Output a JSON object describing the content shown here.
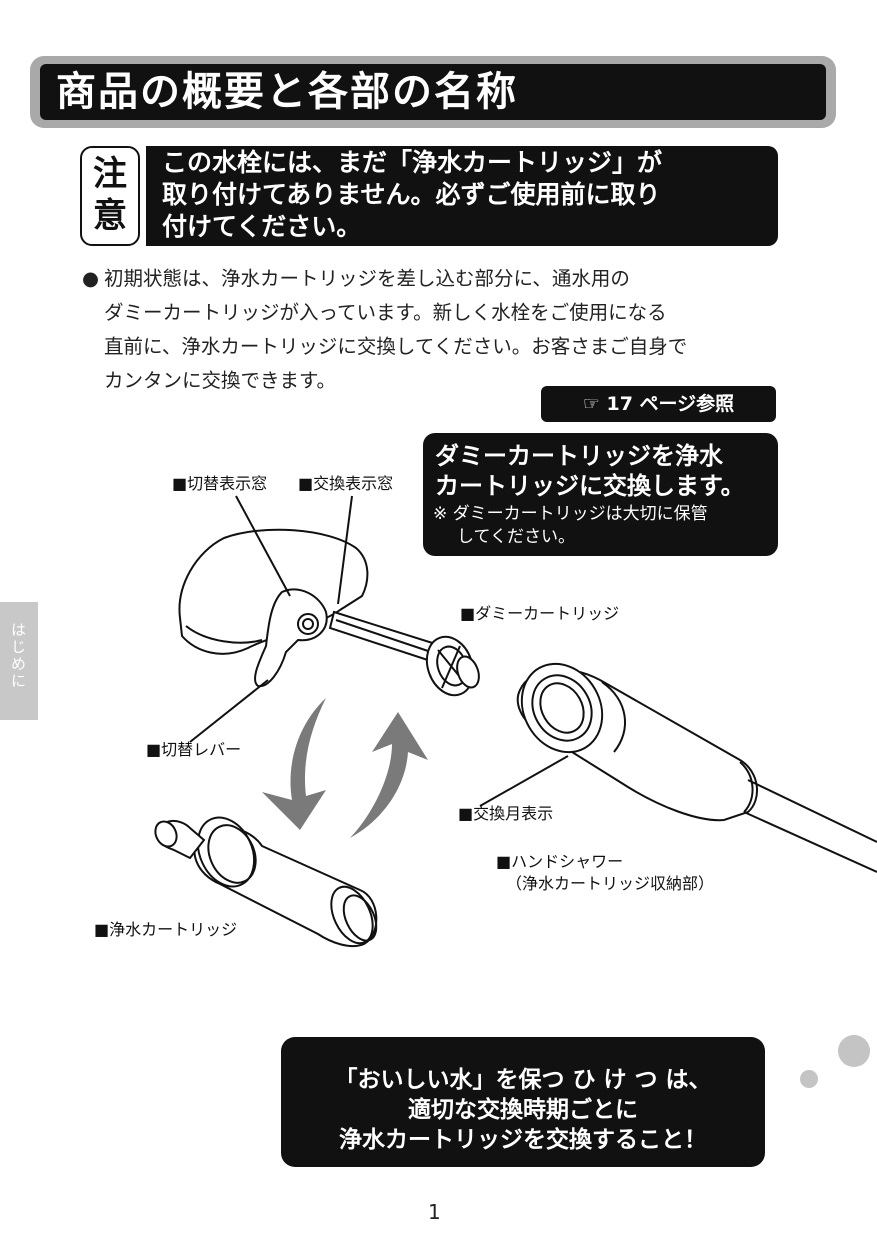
{
  "title": "商品の概要と各部の名称",
  "caution": {
    "chars": [
      "注",
      "意"
    ],
    "lines": [
      "この水栓には、まだ「浄水カートリッジ」が",
      "取り付けてありません。必ずご使用前に取り",
      "付けてください。"
    ]
  },
  "intro": {
    "bullet": "●",
    "lines": [
      "初期状態は、浄水カートリッジを差し込む部分に、通水用の",
      "ダミーカートリッジが入っています。新しく水栓をご使用になる",
      "直前に、浄水カートリッジに交換してください。お客さまご自身で",
      "カンタンに交換できます。"
    ]
  },
  "page_ref": "☞ 17 ページ参照",
  "callout": {
    "lines": [
      "ダミーカートリッジを浄水",
      "カートリッジに交換します。"
    ],
    "notes": [
      "※ ダミーカートリッジは大切に保管",
      "してください。"
    ]
  },
  "parts": {
    "switch_window": "■切替表示窓",
    "exchange_window": "■交換表示窓",
    "dummy_cartridge": "■ダミーカートリッジ",
    "switch_lever": "■切替レバー",
    "exchange_month": "■交換月表示",
    "hand_shower": "■ハンドシャワー",
    "hand_shower_note": "（浄水カートリッジ収納部）",
    "filter_cartridge": "■浄水カートリッジ"
  },
  "side_tab": "はじめに",
  "footer": {
    "lines": [
      "「おいしい水」を保つ ひ け つ は、",
      "適切な交換時期ごとに",
      "浄水カートリッジを交換すること！"
    ]
  },
  "page_number": "1",
  "colors": {
    "dark": "#111111",
    "gray_band": "#a9a9a9",
    "side_tab": "#c8c8c8",
    "arrow": "#7a7a7a"
  }
}
